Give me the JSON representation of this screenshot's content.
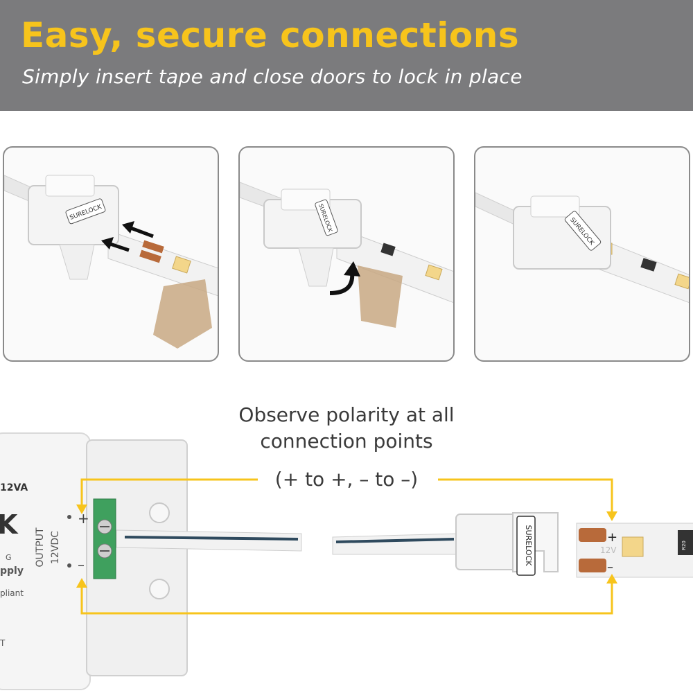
{
  "header": {
    "title": "Easy, secure connections",
    "subtitle": "Simply insert tape and close doors to lock in place"
  },
  "steps": [
    {
      "connector_label": "SURELOCK"
    },
    {
      "connector_label": "SURELOCK"
    },
    {
      "connector_label": "SURELOCK"
    }
  ],
  "polarity": {
    "line1": "Observe polarity at all",
    "line2": "connection points",
    "line3": "(+ to +, – to –)"
  },
  "driver": {
    "rating_label": "12VA",
    "output_label": "OUTPUT",
    "voltage_label": "12VDC",
    "plus_label": "+",
    "minus_label": "–",
    "brand_fragment": "K",
    "text_frag_1": "G",
    "text_frag_2": "pply",
    "text_frag_3": "pliant",
    "text_frag_4": "T"
  },
  "connector": {
    "label": "SURELOCK"
  },
  "tape": {
    "plus_label": "+",
    "minus_label": "–",
    "voltage_label": "12V",
    "resistor_label": "R20"
  },
  "colors": {
    "accent_yellow": "#f7c41c",
    "header_gray": "#7b7b7d",
    "arrow_black": "#111111",
    "copper": "#b86a3a",
    "led_yellow": "#f3d68a"
  },
  "icons": [
    "arrow-right-icon",
    "curved-arrow-up-icon"
  ]
}
